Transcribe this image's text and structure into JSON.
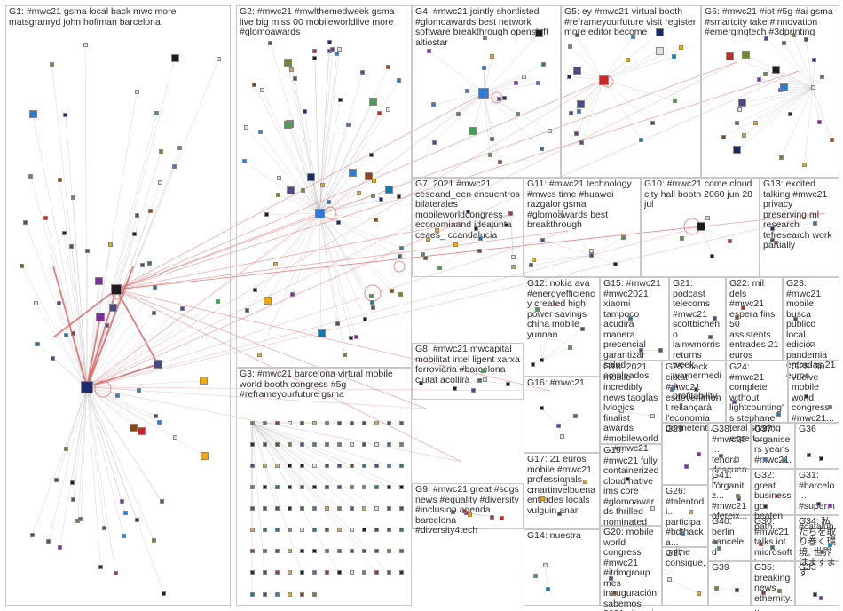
{
  "groups": [
    {
      "id": "G1",
      "label": "G1: #mwc21 gsma local back mwc more matsgranryd john hoffman barcelona"
    },
    {
      "id": "G2",
      "label": "G2: #mwc21 #mwlthemedweek gsma live big miss 00 mobileworldlive more #glomoawards"
    },
    {
      "id": "G3",
      "label": "G3: #mwc21 barcelona virtual mobile world booth congress #5g #reframeyourfuture gsma"
    },
    {
      "id": "G4",
      "label": "G4: #mwc21 jointly shortlisted #glomoawards best network software breakthrough openshift altiostar"
    },
    {
      "id": "G5",
      "label": "G5: ey #mwc21 virtual booth #reframeyourfuture visit register more editor become"
    },
    {
      "id": "G6",
      "label": "G6: #mwc21 #iot #5g #ai gsma #smartcity take #innovation #emergingtech #3dprinting"
    },
    {
      "id": "G7",
      "label": "G7: 2021 #mwc21 ceseand_een encuentros bilaterales mobileworldcongress economiaand ideajunta ceaes_ ccandalucia"
    },
    {
      "id": "G8",
      "label": "G8: #mwc21 mwcapital mobilitat intel ligent xarxa ferroviària #barcelona ciutat acollirà"
    },
    {
      "id": "G9",
      "label": "G9: #mwc21 great #sdgs news #equality #diversity #inclusion agenda barcelona #diversity4tech"
    },
    {
      "id": "G10",
      "label": "G10: #mwc21 come cloud city hall booth 2060 jun 28 jul"
    },
    {
      "id": "G11",
      "label": "G11: #mwc21 technology #mwcs time #huawei razgalor gsma #glomoawards best breakthrough"
    },
    {
      "id": "G12",
      "label": "G12: nokia ava #energyefficiency created high power savings china mobile yunnan"
    },
    {
      "id": "G13",
      "label": "G13: excited talking #mwc21 privacy preserving ml research tefresearch work partially"
    },
    {
      "id": "G14",
      "label": "G14: nuestra"
    },
    {
      "id": "G15",
      "label": "G15: #mwc21 #mwc2021 xiaomi tampoco acudirá manera presencial garantizar salud empleados"
    },
    {
      "id": "G16",
      "label": "G16: #mwc21"
    },
    {
      "id": "G17",
      "label": "G17: 21 euros mobile #mwc21 professionals cmartinvelbuena entrades locals vulguin anar"
    },
    {
      "id": "G18",
      "label": "G18: 2021 mobile incredibly news taoglas lvlogics finalist awards #mobileworld... #mwc21"
    },
    {
      "id": "G19",
      "label": "G19: #mwc21 fully containerized cloud native ims core #glomoawards thrilled nominated"
    },
    {
      "id": "G20",
      "label": "G20: mobile world congress #mwc21 #itdmgroup mes inauguración sabemos 2021 xiaomi"
    },
    {
      "id": "G21",
      "label": "G21: podcast telecoms #mwc21 scottbicheno lainwmorris returns week warnermedia profitability..."
    },
    {
      "id": "G22",
      "label": "G22: mil dels #mwc21 espera fins 50 assistents entrades 21 euros"
    },
    {
      "id": "G23",
      "label": "G23: #mwc21 mobile busca público local edición pandemia entradas 21 euros"
    },
    {
      "id": "G24",
      "label": "G24: #mwc21 complete without lightcounting's stephane teral sharing expert..."
    },
    {
      "id": "G25",
      "label": "G25: back ciutat #mwc21 esdeveniment rellançarà l'economia permetent..."
    },
    {
      "id": "G26",
      "label": "G26: #talentodi... participa #bdthacka... online consigue..."
    },
    {
      "id": "G27",
      "label": "G27"
    },
    {
      "id": "G28",
      "label": "G28: 30 vuelve mobile world congress #mwc21..."
    },
    {
      "id": "G29",
      "label": "G29"
    },
    {
      "id": "G30",
      "label": "G30: #mwc21 talks iot microsoft'..."
    },
    {
      "id": "G31",
      "label": "G31: #barcelo... #superm... #catalun..."
    },
    {
      "id": "G32",
      "label": "G32: great business go beaten path..."
    },
    {
      "id": "G33",
      "label": "G33"
    },
    {
      "id": "G34",
      "label": "G34: 私たちを取り巻く環境, 世界はますます..."
    },
    {
      "id": "G35",
      "label": "G35: breaking news ethernity..."
    },
    {
      "id": "G36",
      "label": "G36"
    },
    {
      "id": "G37",
      "label": "G37: organisers year's #mwc21..."
    },
    {
      "id": "G38",
      "label": "G38: #mwc20... tendrá descuent..."
    },
    {
      "id": "G39",
      "label": "G39"
    },
    {
      "id": "G40",
      "label": "G40: berlin canceled"
    },
    {
      "id": "G41",
      "label": "G41: l'organitz... #mwc21 ofereix..."
    }
  ],
  "colors": {
    "background": "#ffffff",
    "group_border": "#c8c8c8",
    "label_text": "#2b2b2b",
    "edge_gray": "#bdbdbd",
    "edge_red": "#e06666",
    "self_loop_red": "#e57373"
  },
  "node_colors": [
    "#1b2a6b",
    "#2e7bd6",
    "#3fa34d",
    "#7a2ea0",
    "#e0e0e0",
    "#1d1d1d",
    "#c62828",
    "#f2a900",
    "#0a7bbf",
    "#6b8e23",
    "#4a4a8a",
    "#8b4513"
  ]
}
